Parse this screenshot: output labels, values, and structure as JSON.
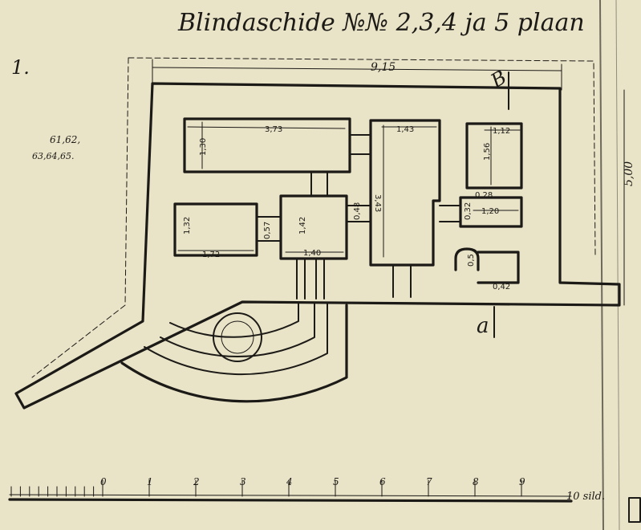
{
  "plan": {
    "title": "Blindaschide №№ 2,3,4 ja 5 plaan",
    "sheet_number": "1.",
    "side_note_line1": "61,62,",
    "side_note_line2": "63,64,65.",
    "section_mark_top": "B",
    "section_mark_bottom": "a",
    "dimensions": {
      "overall_width": "9,15",
      "overall_height": "5,00",
      "room1_length": "3,73",
      "room1_depth": "1,30",
      "room2_length": "1,72",
      "room2_depth": "1,32",
      "room3_depth": "1,42",
      "room3_width": "1,40",
      "passage_a": "0,57",
      "passage_b": "0,48",
      "room4_width": "1,43",
      "room4_length": "3,43",
      "room5_width": "1,12",
      "room5_depth": "1,56",
      "room6_gap": "0,28",
      "room6_width": "1,20",
      "room6_side": "0,32",
      "niche_depth": "0,5",
      "niche_width": "0,42"
    }
  },
  "scale_bar": {
    "ticks": [
      "0",
      "1",
      "2",
      "3",
      "4",
      "5",
      "6",
      "7",
      "8",
      "9"
    ],
    "unit": "10 sild."
  },
  "colors": {
    "paper": "#e9e3c8",
    "ink": "#1c1a16"
  }
}
